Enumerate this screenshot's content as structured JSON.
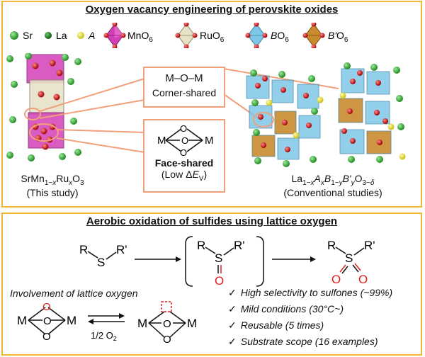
{
  "top": {
    "title": "Oxygen vacancy engineering of perovskite oxides",
    "legend": [
      {
        "label": "Sr",
        "kind": "sphere",
        "color": "#2aa52a"
      },
      {
        "label": "La",
        "kind": "sphere",
        "color": "#1e7a1e"
      },
      {
        "label": "A",
        "kind": "sphere",
        "color": "#e8e23a",
        "italic": true
      },
      {
        "label": "MnO",
        "sub": "6",
        "kind": "octahedron",
        "color": "#d43fb8"
      },
      {
        "label": "RuO",
        "sub": "6",
        "kind": "octahedron",
        "color": "#e6e2c8"
      },
      {
        "label": "B",
        "label_tail": "O",
        "sub": "6",
        "kind": "octahedron",
        "color": "#7ec7e8"
      },
      {
        "label": "B'",
        "label_tail": "O",
        "sub": "6",
        "kind": "octahedron",
        "color": "#c98a2e"
      }
    ],
    "corner_shared": {
      "formula": "M–O–M",
      "caption": "Corner-shared"
    },
    "face_shared": {
      "caption": "Face-shared",
      "note_pre": "(Low Δ",
      "note_E": "E",
      "note_sub": "V",
      "note_post": ")",
      "atom": "M",
      "oxygen": "O"
    },
    "left_caption": {
      "line1_a": "SrMn",
      "line1_sub1": "1−",
      "line1_x": "x",
      "line1_b": "Ru",
      "line1_sub2": "x",
      "line1_c": "O",
      "line1_sub3": "3",
      "line2": "(This study)"
    },
    "right_caption": {
      "line1": "La1−xAxB1−yB'yO3−δ",
      "line2": "(Conventional studies)"
    }
  },
  "bottom": {
    "title": "Aerobic oxidation of sulfides using lattice oxygen",
    "involvement": "Involvement of lattice oxygen",
    "o2_label": "1/2 O2",
    "checks": [
      "High selectivity to sulfones (~99%)",
      "Mild conditions (30°C~)",
      "Reusable (5 times)",
      "Substrate scope (16 examples)"
    ],
    "chem": {
      "R": "R",
      "Rp": "R'",
      "S": "S",
      "O": "O",
      "M": "M"
    }
  },
  "colors": {
    "frame": "#f2b634",
    "box": "#f0a07a",
    "oxygen": "#cc1111",
    "red_text": "#e02020"
  }
}
